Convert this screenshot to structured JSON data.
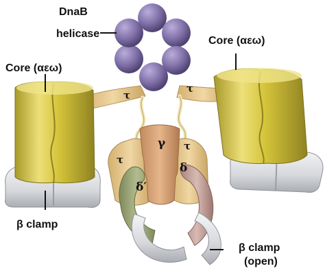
{
  "labels": {
    "dnab_line1": "DnaB",
    "dnab_line2": "helicase",
    "core_left": "Core (αεω)",
    "core_right": "Core (αεω)",
    "tau_left": "τ",
    "tau_right": "τ",
    "tau_lower_left": "τ",
    "tau_lower_right": "τ",
    "gamma": "γ",
    "delta_prime": "δ′",
    "delta": "δ",
    "clamp_left": "β clamp",
    "clamp_open_line1": "β clamp",
    "clamp_open_line2": "(open)"
  },
  "colors": {
    "helicase": "#7f6fa6",
    "core": "#d4c43a",
    "tau": "#e7c98f",
    "gamma": "#d9a478",
    "delta_prime": "#a3ad7f",
    "delta": "#c7a6a0",
    "clamp": "#d6d8dc"
  }
}
